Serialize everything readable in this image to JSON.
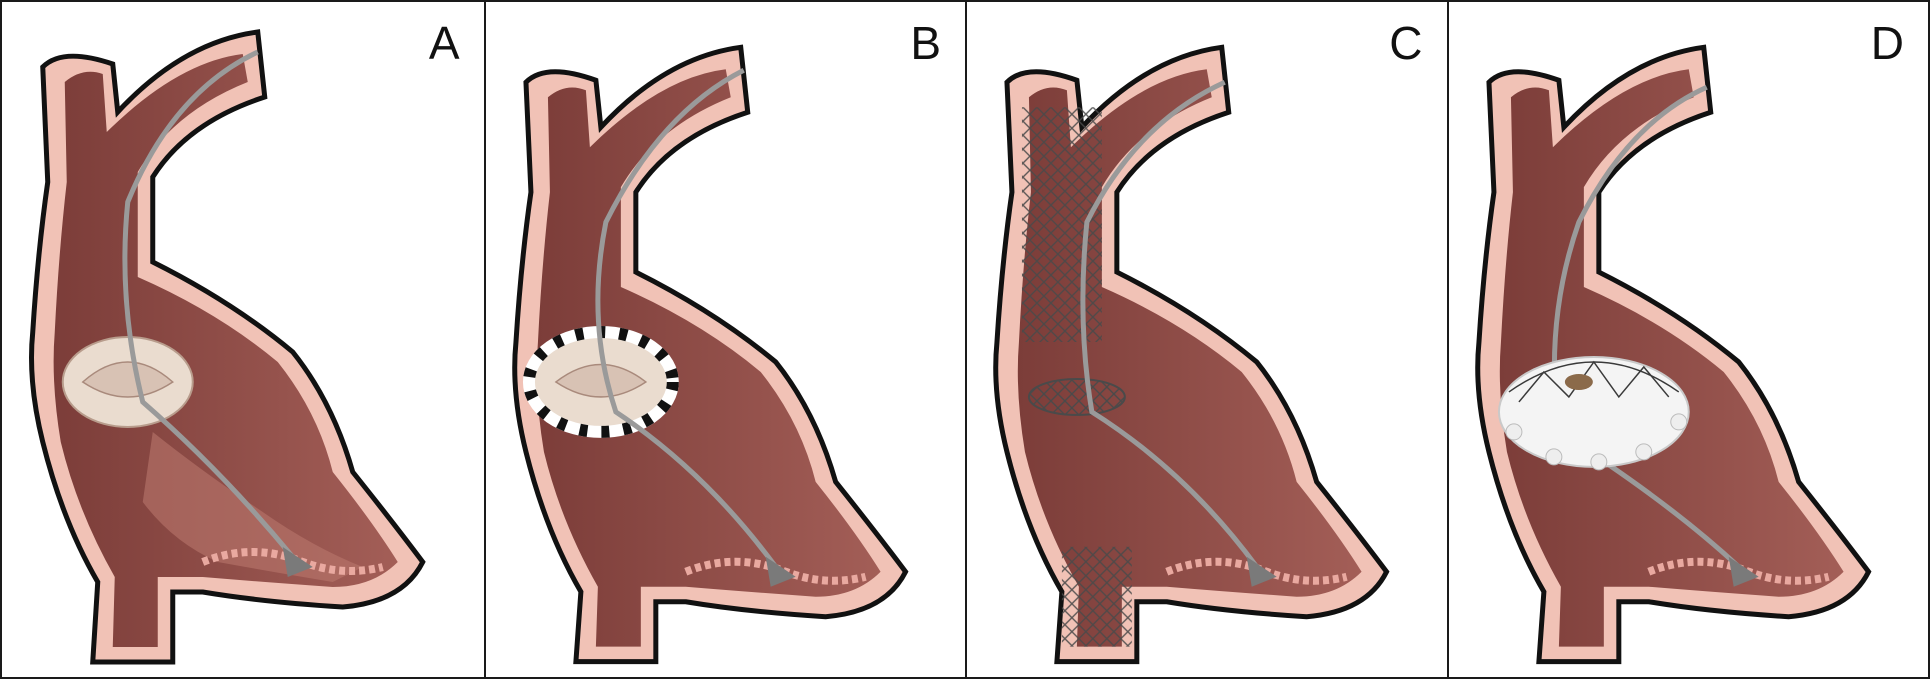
{
  "figure": {
    "panels": [
      {
        "id": "A",
        "label": "A",
        "device": "native-valve"
      },
      {
        "id": "B",
        "label": "B",
        "device": "annuloplasty-ring"
      },
      {
        "id": "C",
        "label": "C",
        "device": "stent-graft"
      },
      {
        "id": "D",
        "label": "D",
        "device": "transcatheter-valve"
      }
    ]
  },
  "colors": {
    "tissue_outer": "#f1c2b6",
    "tissue_inner": "#8e4b45",
    "tissue_mid": "#b9776d",
    "wall_pink": "#e9a9a0",
    "outline": "#111111",
    "catheter": "#9a9a9a",
    "valve": "#eadccf",
    "stent": "#4a4a4a"
  }
}
